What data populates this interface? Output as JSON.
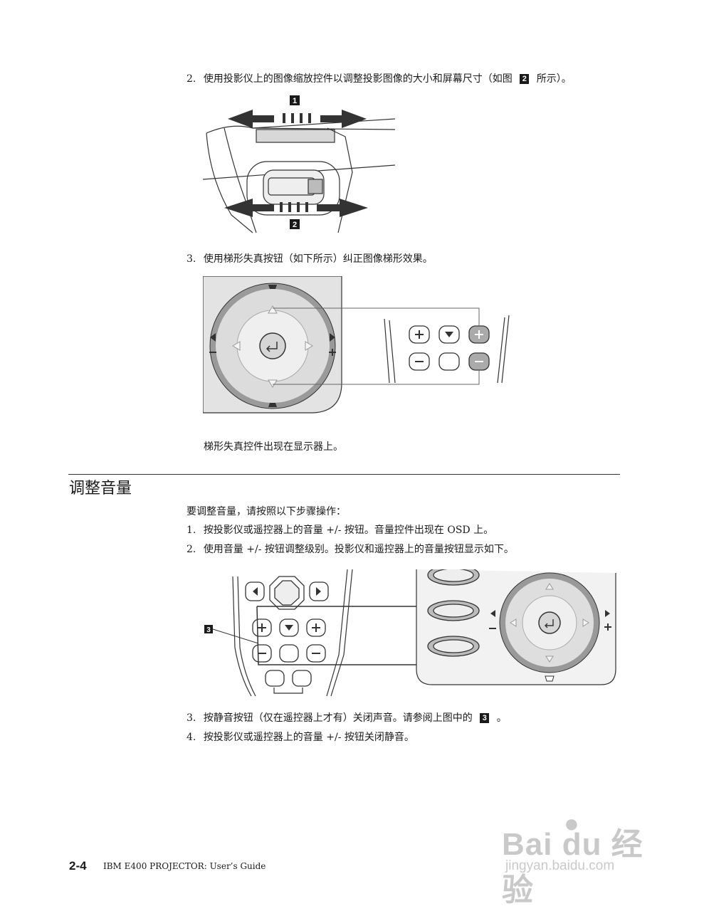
{
  "steps_top": {
    "step2": {
      "num": "2.",
      "text": "使用投影仪上的图像缩放控件以调整投影图像的大小和屏幕尺寸（如图",
      "badge": "2",
      "tail": "所示）。"
    },
    "step3": {
      "num": "3.",
      "text": "使用梯形失真按钮（如下所示）纠正图像梯形效果。"
    },
    "keystone_note": "梯形失真控件出现在显示器上。"
  },
  "figure1": {
    "callout1": "1",
    "callout2": "2"
  },
  "figure2": {},
  "section": {
    "title": "调整音量",
    "intro": "要调整音量，请按照以下步骤操作：",
    "step1": {
      "num": "1.",
      "text": "按投影仪或遥控器上的音量 +/- 按钮。音量控件出现在 OSD 上。"
    },
    "step2": {
      "num": "2.",
      "text": "使用音量 +/- 按钮调整级别。投影仪和遥控器上的音量按钮显示如下。"
    },
    "step3": {
      "num": "3.",
      "text": "按静音按钮（仅在遥控器上才有）关闭声音。请参阅上图中的",
      "badge": "3",
      "tail": "。"
    },
    "step4": {
      "num": "4.",
      "text": "按投影仪或遥控器上的音量 +/- 按钮关闭静音。"
    }
  },
  "figure3": {
    "callout3": "3"
  },
  "footer": {
    "page": "2-4",
    "title": "IBM E400 PROJECTOR: User’s Guide"
  },
  "watermark": {
    "brand": "Bai du 经验",
    "url": "jingyan.baidu.com"
  }
}
